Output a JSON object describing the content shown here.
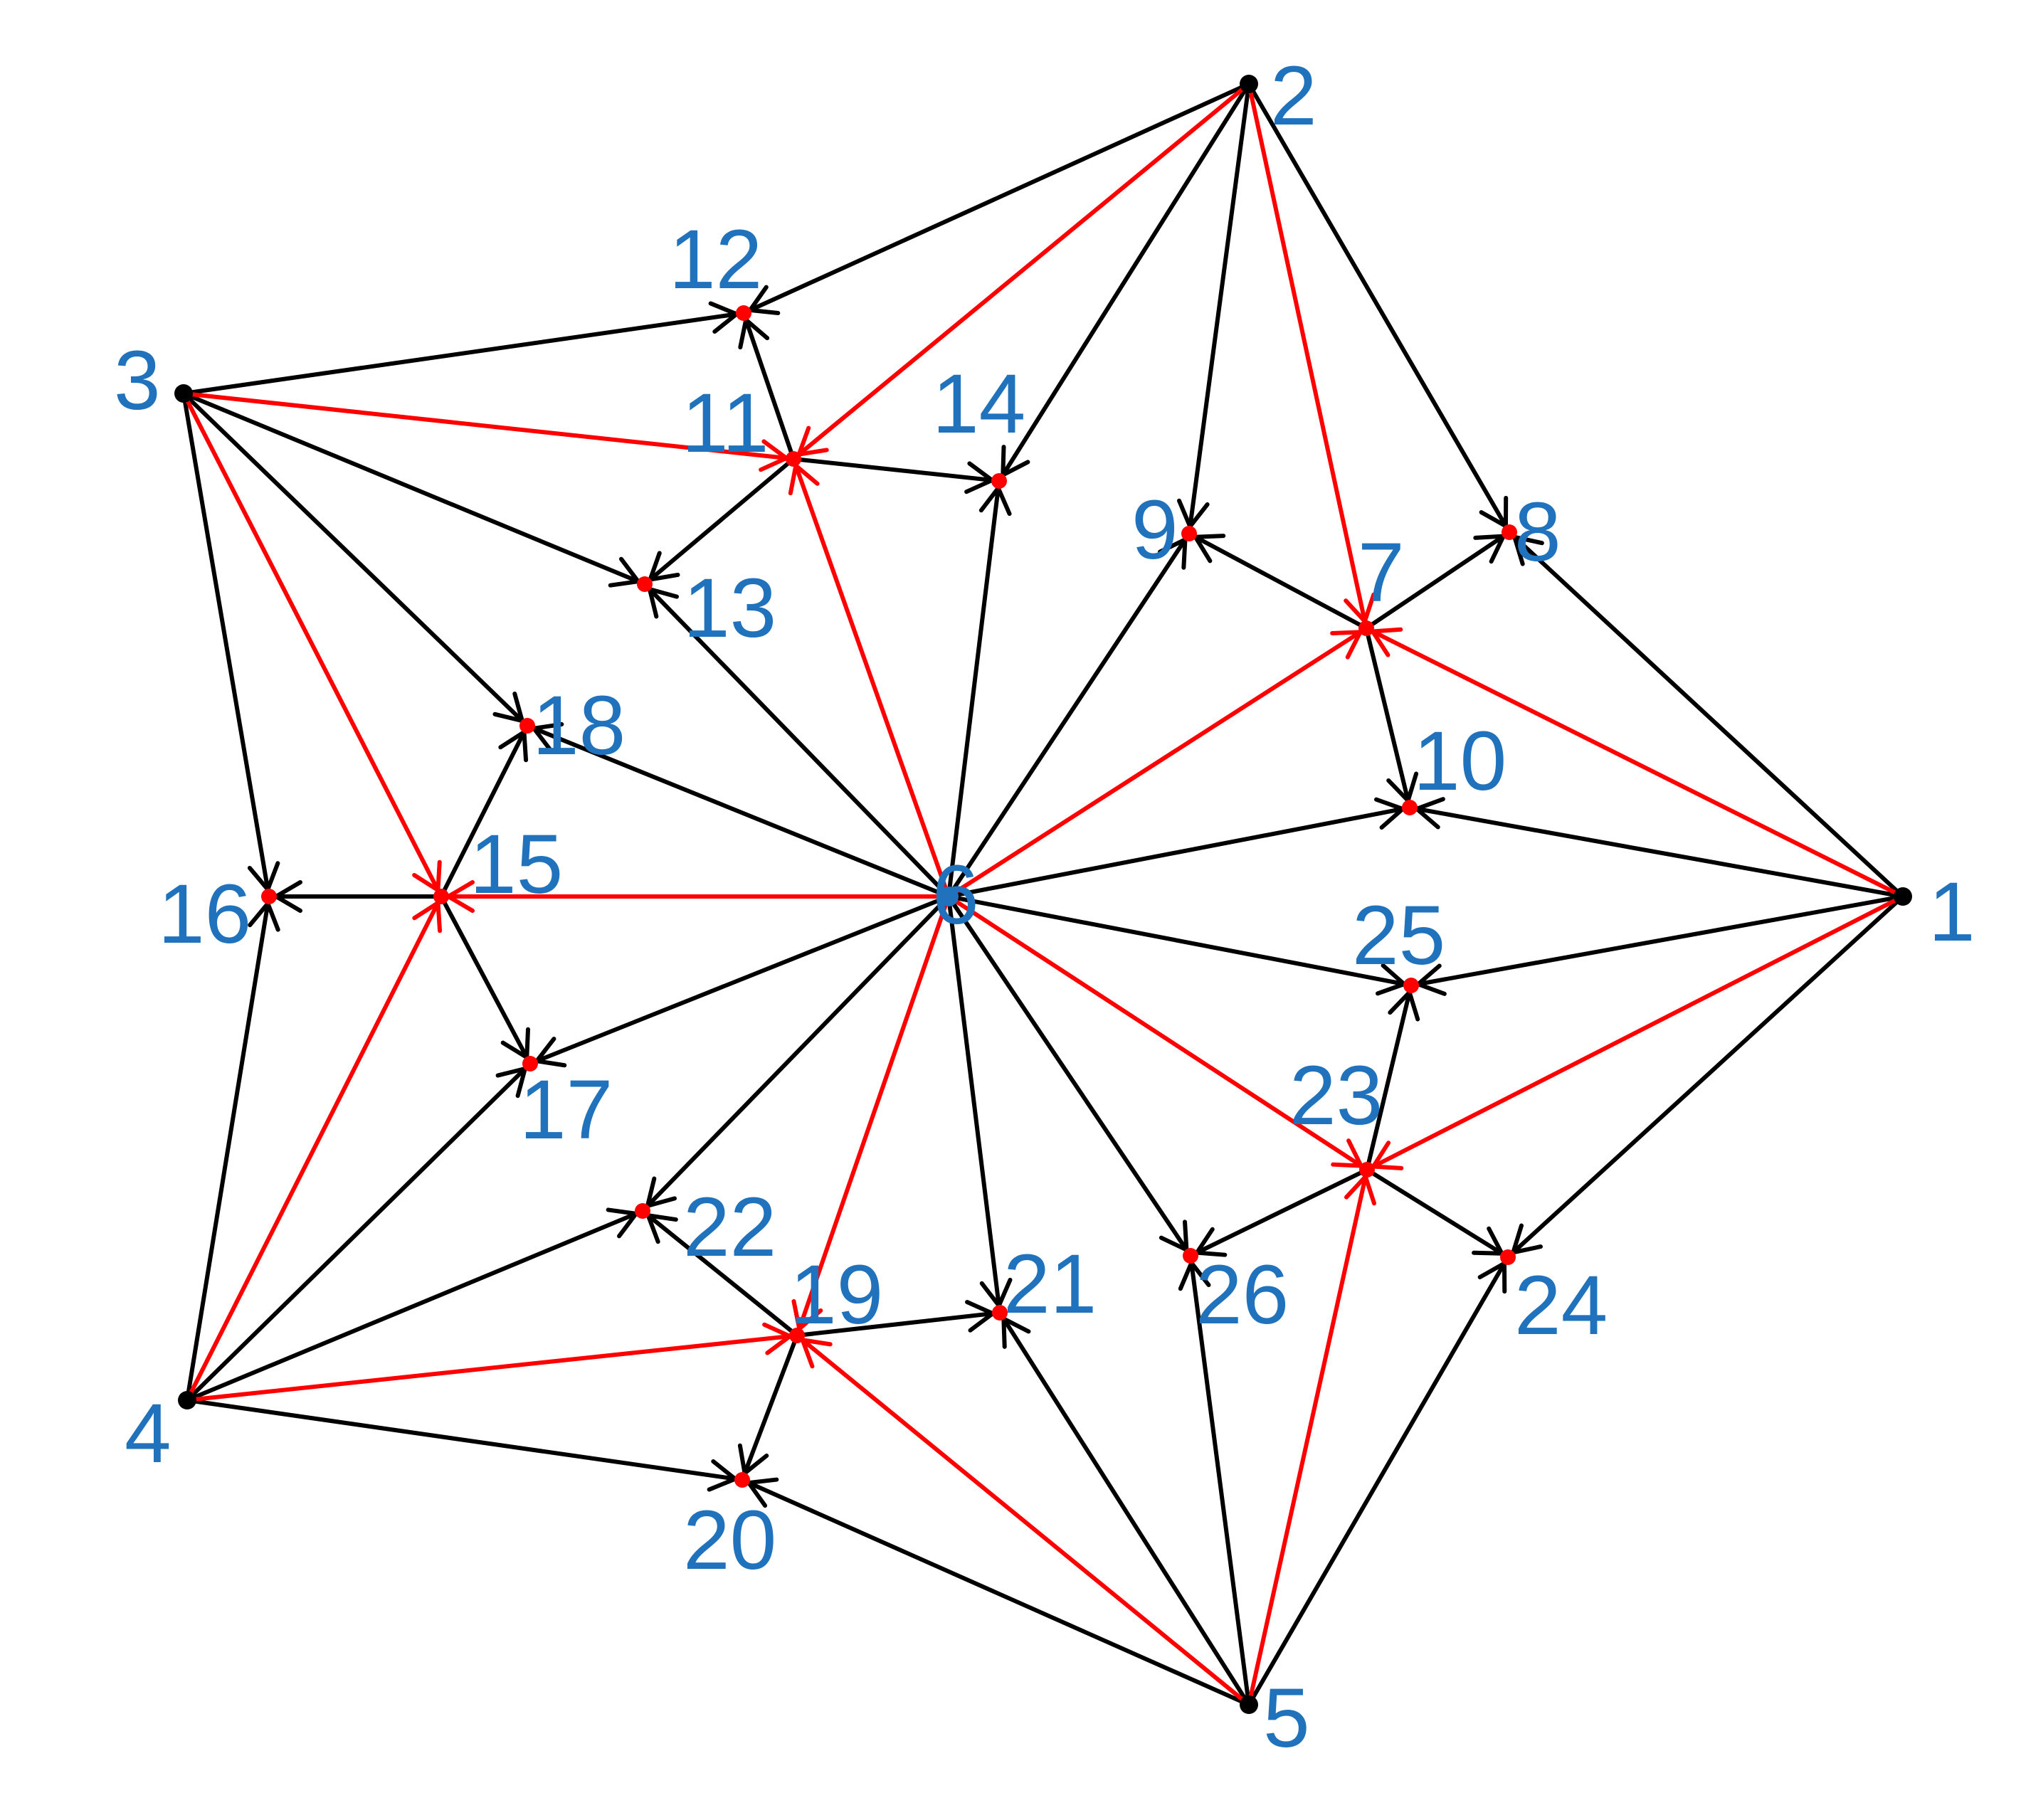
{
  "colors": {
    "black_edge": "#000000",
    "red_edge": "#ff0000",
    "label": "#1f72bb",
    "outer_node": "#000000",
    "inner_node": "#ff0000"
  },
  "nodes": [
    {
      "id": "1",
      "label": "1",
      "type": "outer"
    },
    {
      "id": "2",
      "label": "2",
      "type": "outer"
    },
    {
      "id": "3",
      "label": "3",
      "type": "outer"
    },
    {
      "id": "4",
      "label": "4",
      "type": "outer"
    },
    {
      "id": "5",
      "label": "5",
      "type": "outer"
    },
    {
      "id": "6",
      "label": "6",
      "type": "center"
    },
    {
      "id": "7",
      "label": "7",
      "type": "inner"
    },
    {
      "id": "8",
      "label": "8",
      "type": "inner"
    },
    {
      "id": "9",
      "label": "9",
      "type": "inner"
    },
    {
      "id": "10",
      "label": "10",
      "type": "inner"
    },
    {
      "id": "11",
      "label": "11",
      "type": "inner"
    },
    {
      "id": "12",
      "label": "12",
      "type": "inner"
    },
    {
      "id": "13",
      "label": "13",
      "type": "inner"
    },
    {
      "id": "14",
      "label": "14",
      "type": "inner"
    },
    {
      "id": "15",
      "label": "15",
      "type": "inner"
    },
    {
      "id": "16",
      "label": "16",
      "type": "inner"
    },
    {
      "id": "17",
      "label": "17",
      "type": "inner"
    },
    {
      "id": "18",
      "label": "18",
      "type": "inner"
    },
    {
      "id": "19",
      "label": "19",
      "type": "inner"
    },
    {
      "id": "20",
      "label": "20",
      "type": "inner"
    },
    {
      "id": "21",
      "label": "21",
      "type": "inner"
    },
    {
      "id": "22",
      "label": "22",
      "type": "inner"
    },
    {
      "id": "23",
      "label": "23",
      "type": "inner"
    },
    {
      "id": "24",
      "label": "24",
      "type": "inner"
    },
    {
      "id": "25",
      "label": "25",
      "type": "inner"
    },
    {
      "id": "26",
      "label": "26",
      "type": "inner"
    }
  ],
  "edges": [
    {
      "from": "2",
      "to": "12",
      "color": "black"
    },
    {
      "from": "2",
      "to": "11",
      "color": "red"
    },
    {
      "from": "2",
      "to": "14",
      "color": "black"
    },
    {
      "from": "2",
      "to": "9",
      "color": "black"
    },
    {
      "from": "2",
      "to": "7",
      "color": "red"
    },
    {
      "from": "2",
      "to": "8",
      "color": "black"
    },
    {
      "from": "3",
      "to": "12",
      "color": "black"
    },
    {
      "from": "3",
      "to": "11",
      "color": "red"
    },
    {
      "from": "3",
      "to": "13",
      "color": "black"
    },
    {
      "from": "3",
      "to": "18",
      "color": "black"
    },
    {
      "from": "3",
      "to": "15",
      "color": "red"
    },
    {
      "from": "3",
      "to": "16",
      "color": "black"
    },
    {
      "from": "11",
      "to": "12",
      "color": "black"
    },
    {
      "from": "11",
      "to": "14",
      "color": "black"
    },
    {
      "from": "11",
      "to": "13",
      "color": "black"
    },
    {
      "from": "6",
      "to": "11",
      "color": "red"
    },
    {
      "from": "6",
      "to": "14",
      "color": "black"
    },
    {
      "from": "6",
      "to": "13",
      "color": "black"
    },
    {
      "from": "6",
      "to": "9",
      "color": "black"
    },
    {
      "from": "6",
      "to": "7",
      "color": "red"
    },
    {
      "from": "6",
      "to": "10",
      "color": "black"
    },
    {
      "from": "6",
      "to": "18",
      "color": "black"
    },
    {
      "from": "6",
      "to": "15",
      "color": "red"
    },
    {
      "from": "6",
      "to": "17",
      "color": "black"
    },
    {
      "from": "6",
      "to": "25",
      "color": "black"
    },
    {
      "from": "6",
      "to": "23",
      "color": "red"
    },
    {
      "from": "6",
      "to": "26",
      "color": "black"
    },
    {
      "from": "6",
      "to": "21",
      "color": "black"
    },
    {
      "from": "6",
      "to": "19",
      "color": "red"
    },
    {
      "from": "6",
      "to": "22",
      "color": "black"
    },
    {
      "from": "7",
      "to": "9",
      "color": "black"
    },
    {
      "from": "7",
      "to": "8",
      "color": "black"
    },
    {
      "from": "7",
      "to": "10",
      "color": "black"
    },
    {
      "from": "1",
      "to": "8",
      "color": "black"
    },
    {
      "from": "1",
      "to": "7",
      "color": "red"
    },
    {
      "from": "1",
      "to": "10",
      "color": "black"
    },
    {
      "from": "1",
      "to": "25",
      "color": "black"
    },
    {
      "from": "1",
      "to": "23",
      "color": "red"
    },
    {
      "from": "1",
      "to": "24",
      "color": "black"
    },
    {
      "from": "15",
      "to": "16",
      "color": "black"
    },
    {
      "from": "15",
      "to": "18",
      "color": "black"
    },
    {
      "from": "15",
      "to": "17",
      "color": "black"
    },
    {
      "from": "4",
      "to": "16",
      "color": "black"
    },
    {
      "from": "4",
      "to": "15",
      "color": "red"
    },
    {
      "from": "4",
      "to": "17",
      "color": "black"
    },
    {
      "from": "4",
      "to": "22",
      "color": "black"
    },
    {
      "from": "4",
      "to": "19",
      "color": "red"
    },
    {
      "from": "4",
      "to": "20",
      "color": "black"
    },
    {
      "from": "19",
      "to": "22",
      "color": "black"
    },
    {
      "from": "19",
      "to": "21",
      "color": "black"
    },
    {
      "from": "19",
      "to": "20",
      "color": "black"
    },
    {
      "from": "5",
      "to": "20",
      "color": "black"
    },
    {
      "from": "5",
      "to": "19",
      "color": "red"
    },
    {
      "from": "5",
      "to": "21",
      "color": "black"
    },
    {
      "from": "5",
      "to": "26",
      "color": "black"
    },
    {
      "from": "5",
      "to": "23",
      "color": "red"
    },
    {
      "from": "5",
      "to": "24",
      "color": "black"
    },
    {
      "from": "23",
      "to": "25",
      "color": "black"
    },
    {
      "from": "23",
      "to": "26",
      "color": "black"
    },
    {
      "from": "23",
      "to": "24",
      "color": "black"
    }
  ]
}
